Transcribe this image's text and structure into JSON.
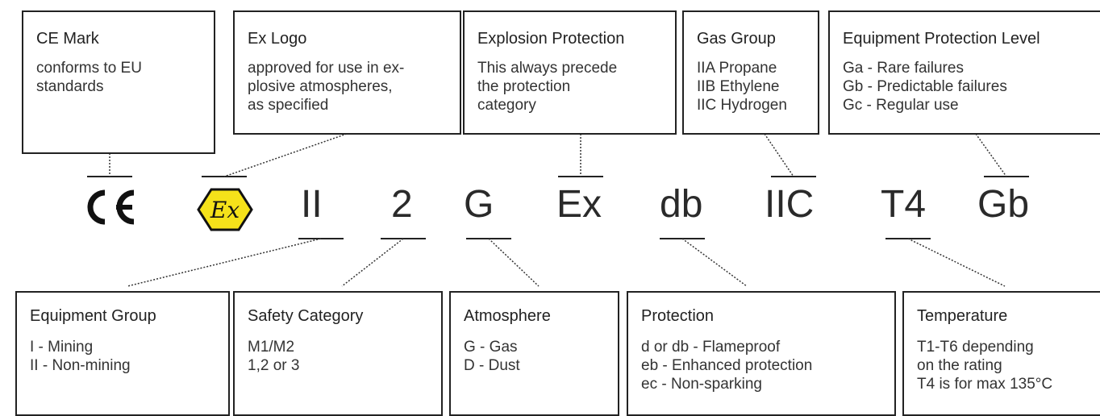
{
  "top_boxes": [
    {
      "title": "CE Mark",
      "body": "conforms to EU\nstandards"
    },
    {
      "title": "Ex Logo",
      "body": "approved for use in ex-\nplosive atmospheres,\nas specified"
    },
    {
      "title": "Explosion Protection",
      "body": "This always precede\nthe protection\ncategory"
    },
    {
      "title": "Gas Group",
      "body": "IIA Propane\nIIB Ethylene\nIIC Hydrogen"
    },
    {
      "title": "Equipment Protection Level",
      "body": "Ga - Rare failures\nGb - Predictable failures\nGc - Regular use"
    }
  ],
  "bottom_boxes": [
    {
      "title": "Equipment Group",
      "body": "I - Mining\nII - Non-mining"
    },
    {
      "title": "Safety Category",
      "body": "M1/M2\n1,2 or 3"
    },
    {
      "title": "Atmosphere",
      "body": "G - Gas\nD - Dust"
    },
    {
      "title": "Protection",
      "body": "d or db - Flameproof\neb - Enhanced protection\nec - Non-sparking"
    },
    {
      "title": "Temperature",
      "body": "T1-T6 depending\non the rating\nT4 is for max 135°C"
    }
  ],
  "marking": {
    "ce": "CE",
    "ex": "Ex",
    "group": "II",
    "category": "2",
    "atmosphere": "G",
    "explosion": "Ex",
    "protection": "db",
    "gas_group": "IIC",
    "temperature": "T4",
    "epl": "Gb"
  },
  "colors": {
    "ex_logo_fill": "#f5e21a",
    "line": "#222222"
  }
}
